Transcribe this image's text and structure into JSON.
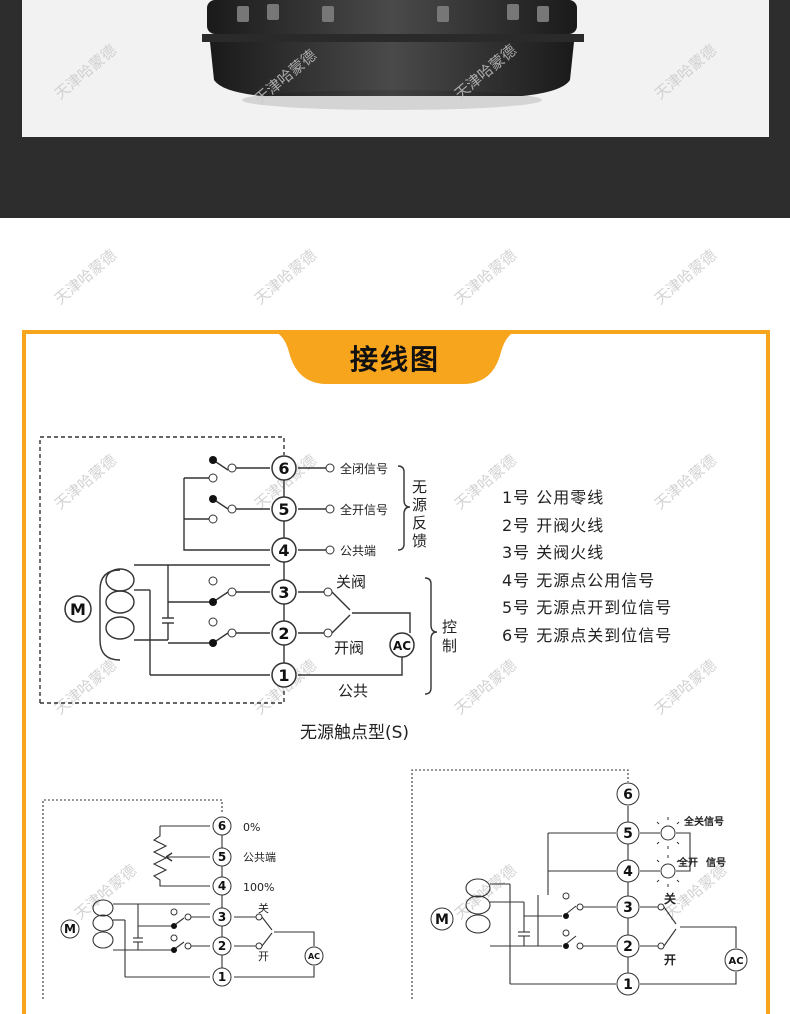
{
  "title": "接线图",
  "watermark": "天津哈蒙德",
  "diagram_main": {
    "terminals": [
      "6",
      "5",
      "4",
      "3",
      "2",
      "1"
    ],
    "feedback_signals": [
      "全闭信号",
      "全开信号",
      "公共端"
    ],
    "feedback_group_label": [
      "无",
      "源",
      "反",
      "馈"
    ],
    "control_labels": {
      "close": "关阀",
      "open": "开阀",
      "common": "公共"
    },
    "control_group_label": [
      "控",
      "制"
    ],
    "motor": "M",
    "power": "AC",
    "caption": "无源触点型(S)"
  },
  "legend": [
    "1号  公用零线",
    "2号  开阀火线",
    "3号  关阀火线",
    "4号  无源点公用信号",
    "5号  无源点开到位信号",
    "6号  无源点关到位信号"
  ],
  "diagram_left": {
    "terminals": [
      "6",
      "5",
      "4",
      "3",
      "2",
      "1"
    ],
    "labels": [
      "0%",
      "公共端",
      "100%"
    ],
    "close": "关",
    "open": "开",
    "motor": "M",
    "power": "AC"
  },
  "diagram_right": {
    "terminals": [
      "6",
      "5",
      "4",
      "3",
      "2",
      "1"
    ],
    "signal_close": "全关信号",
    "signal_open_a": "全开",
    "signal_open_b": "信号",
    "close": "关",
    "open": "开",
    "motor": "M",
    "power": "AC"
  }
}
